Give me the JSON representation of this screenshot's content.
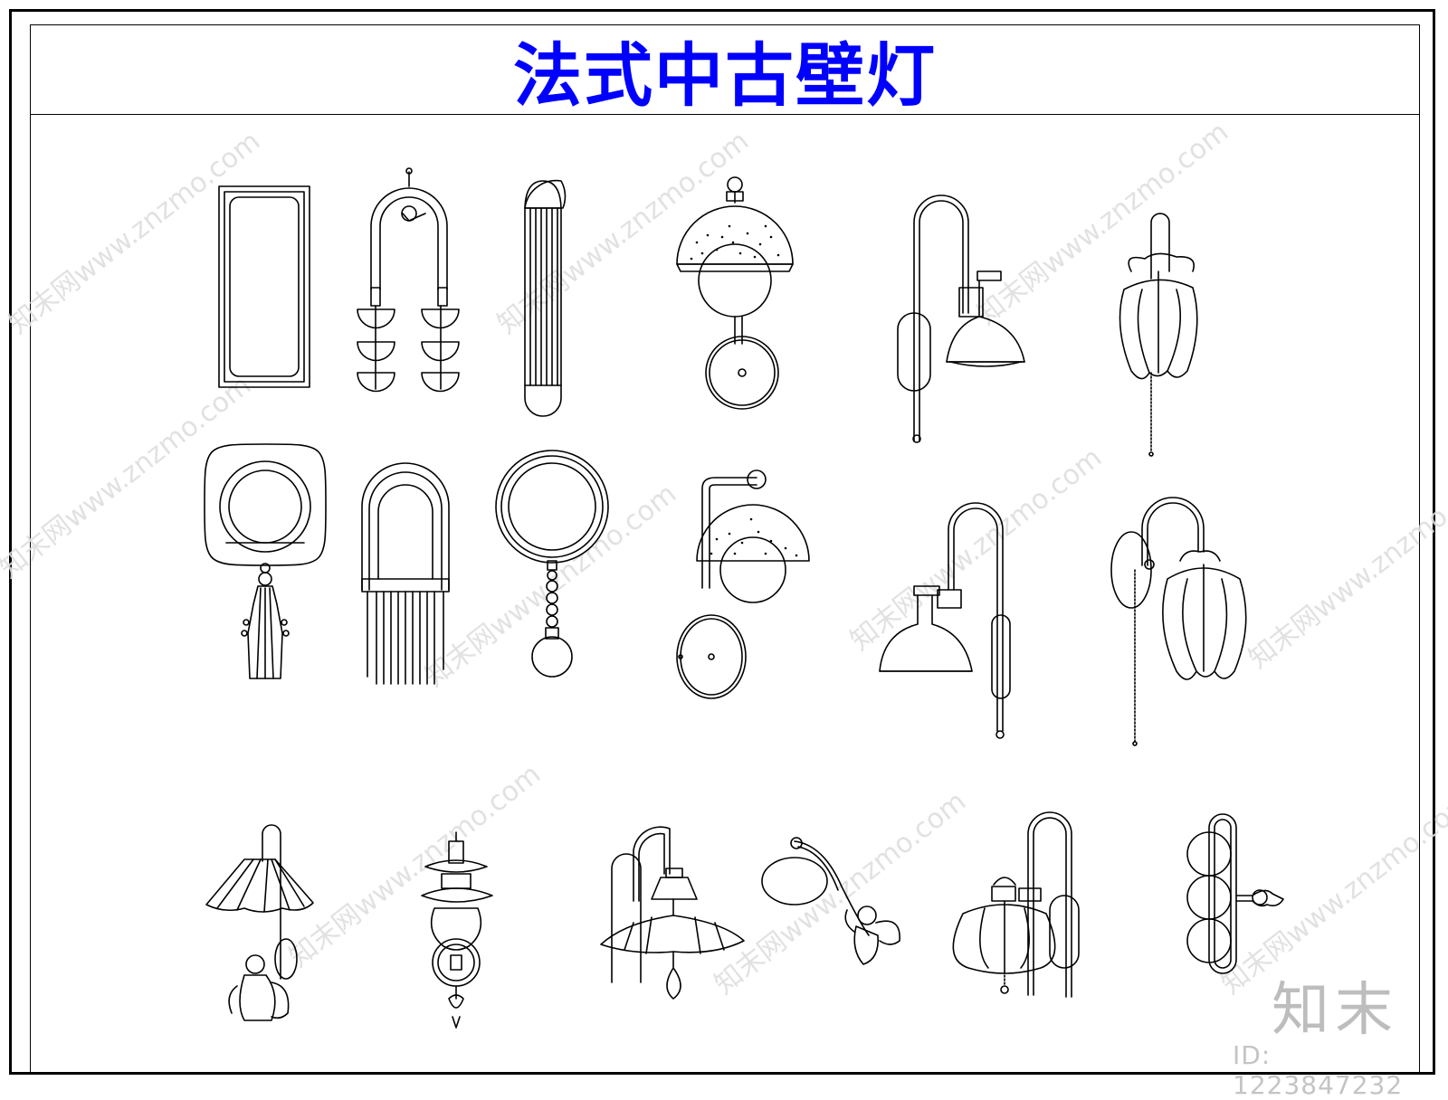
{
  "title": "法式中古壁灯",
  "title_color": "#0000ff",
  "watermark": {
    "logo_text": "知末",
    "id_text": "ID: 1223847232",
    "repeat_text": "知末网www.znzmo.com"
  },
  "line_color": "#000000"
}
